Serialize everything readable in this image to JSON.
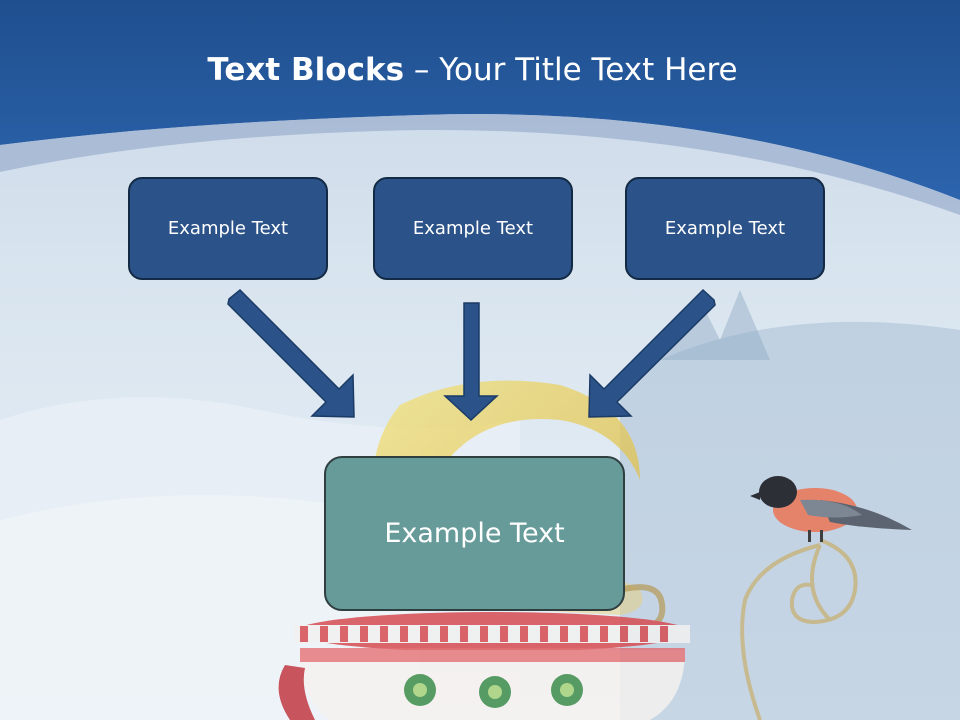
{
  "slide": {
    "title_bold": "Text Blocks",
    "title_rest": " – Your Title Text Here",
    "blocks": [
      "Example Text",
      "Example Text",
      "Example Text"
    ],
    "center_block": "Example Text"
  },
  "colors": {
    "header_blue": "#2557a0",
    "block_fill": "#2b5389",
    "block_border": "#132a44",
    "center_fill": "#669b9a",
    "arrow_fill": "#2b5389"
  },
  "icons": [
    "bird-illustration",
    "teacup-illustration",
    "moon-illustration"
  ]
}
